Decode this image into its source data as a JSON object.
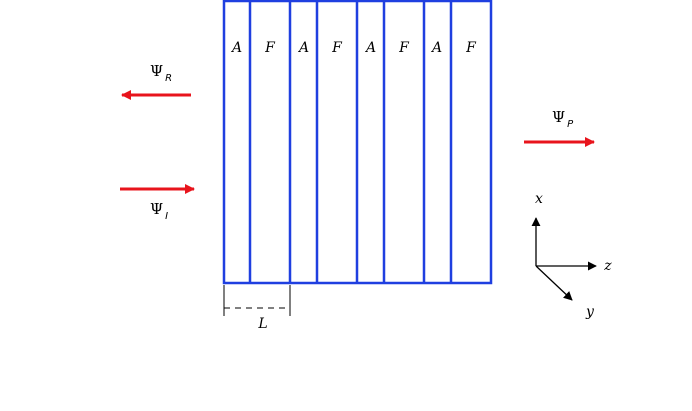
{
  "layers": [
    "A",
    "F",
    "A",
    "F",
    "A",
    "F",
    "A",
    "F"
  ],
  "period_label": "L",
  "waves": {
    "reflected": {
      "symbol": "Ψ",
      "subscript": "R"
    },
    "incident": {
      "symbol": "Ψ",
      "subscript": "I"
    },
    "transmitted": {
      "symbol": "Ψ",
      "subscript": "P"
    }
  },
  "axes": {
    "x": "x",
    "y": "y",
    "z": "z"
  },
  "colors": {
    "layer_stroke": "#1f3fe0",
    "arrow": "#e8141c",
    "axis": "#000000"
  }
}
